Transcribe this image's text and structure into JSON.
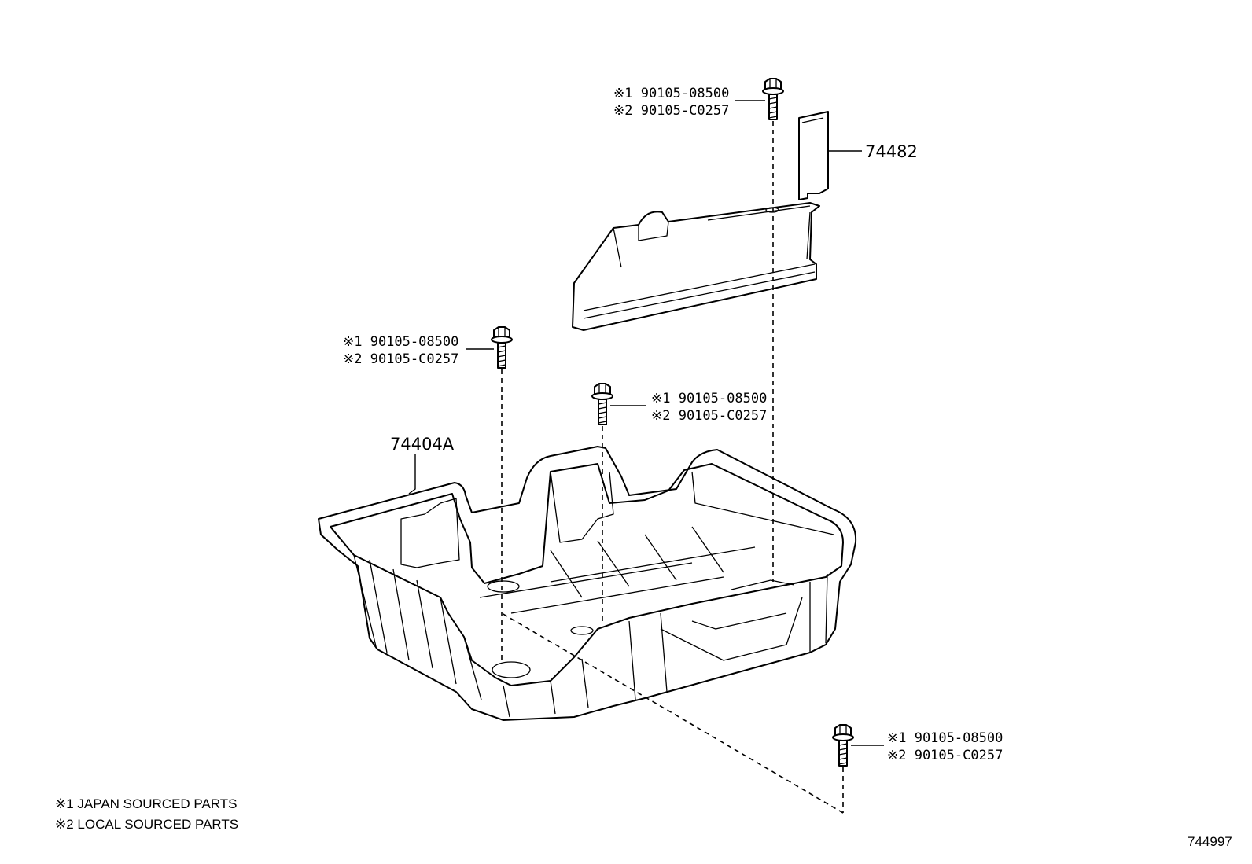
{
  "parts": {
    "shield_upper": {
      "number": "74482"
    },
    "battery_tray": {
      "number": "74404A"
    }
  },
  "bolts": [
    {
      "line1": "※1  90105-08500",
      "line2": "※2  90105-C0257"
    },
    {
      "line1": "※1  90105-08500",
      "line2": "※2  90105-C0257"
    },
    {
      "line1": "※1  90105-08500",
      "line2": "※2  90105-C0257"
    },
    {
      "line1": "※1  90105-08500",
      "line2": "※2  90105-C0257"
    }
  ],
  "legend": {
    "note1": "※1 JAPAN SOURCED PARTS",
    "note2": "※2 LOCAL SOURCED PARTS"
  },
  "diagram_id": "744997"
}
